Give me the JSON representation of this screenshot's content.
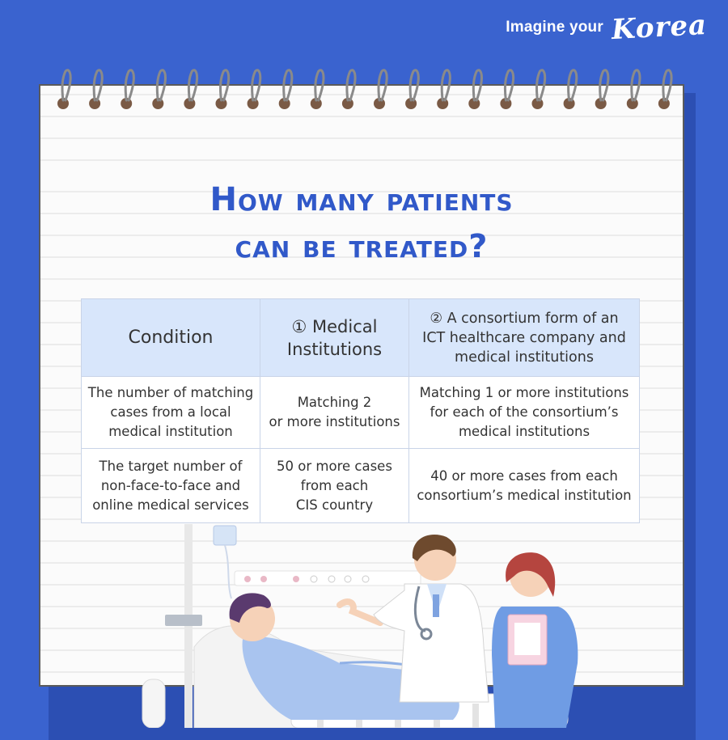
{
  "brand": {
    "tagline": "Imagine your",
    "wordmark": "Korea"
  },
  "title": {
    "line1": "How many patients",
    "line2": "can be treated?"
  },
  "table": {
    "headers": [
      "Condition",
      "① Medical\nInstitutions",
      "② A consortium form of an\nICT healthcare company and\nmedical institutions"
    ],
    "rows": [
      {
        "condition": "The number of matching\ncases from a local\nmedical institution",
        "medical": "Matching 2\nor more institutions",
        "consortium": "Matching 1 or more institutions\nfor  each of the consortium’s\nmedical institutions"
      },
      {
        "condition": "The target number of\nnon-face-to-face and\nonline medical services",
        "medical": "50 or more cases\nfrom each\nCIS country",
        "consortium": "40 or more cases from each\nconsortium’s medical institution"
      }
    ]
  },
  "colors": {
    "background": "#3a63cf",
    "title": "#3159c9",
    "header_fill": "#d8e6fb",
    "paper": "#fbfbfb",
    "ring": "#7a5a45"
  },
  "icons": [
    "notebook-ring-icon",
    "doctor-illustration",
    "nurse-illustration",
    "patient-illustration",
    "hospital-bed-illustration",
    "iv-pole-illustration"
  ]
}
